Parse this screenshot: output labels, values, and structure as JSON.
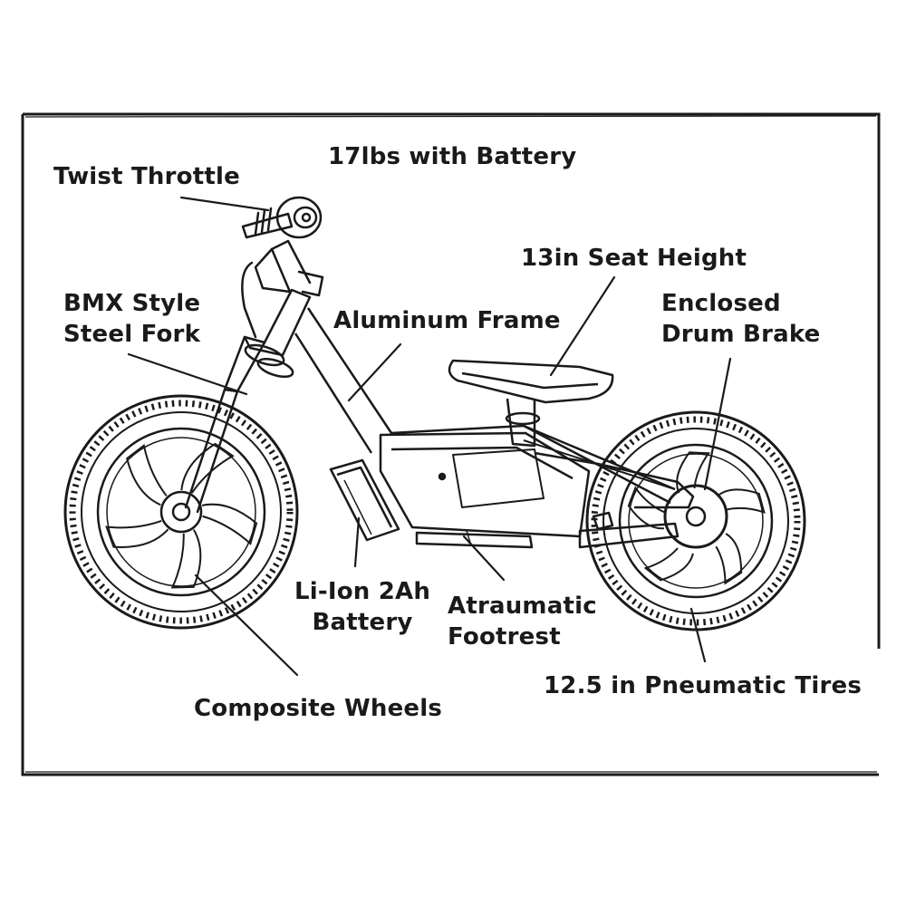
{
  "labels": {
    "weight": "17lbs with Battery",
    "twist_throttle": "Twist Throttle",
    "seat_height": "13in Seat Height",
    "fork_line1": "BMX Style",
    "fork_line2": "Steel Fork",
    "aluminum_frame": "Aluminum Frame",
    "brake_line1": "Enclosed",
    "brake_line2": "Drum Brake",
    "battery_line1": "Li-Ion 2Ah",
    "battery_line2": "Battery",
    "footrest_line1": "Atraumatic",
    "footrest_line2": "Footrest",
    "tires": "12.5 in Pneumatic Tires",
    "wheels": "Composite Wheels"
  },
  "colors": {
    "ink": "#1a1a1a",
    "background": "#ffffff"
  }
}
